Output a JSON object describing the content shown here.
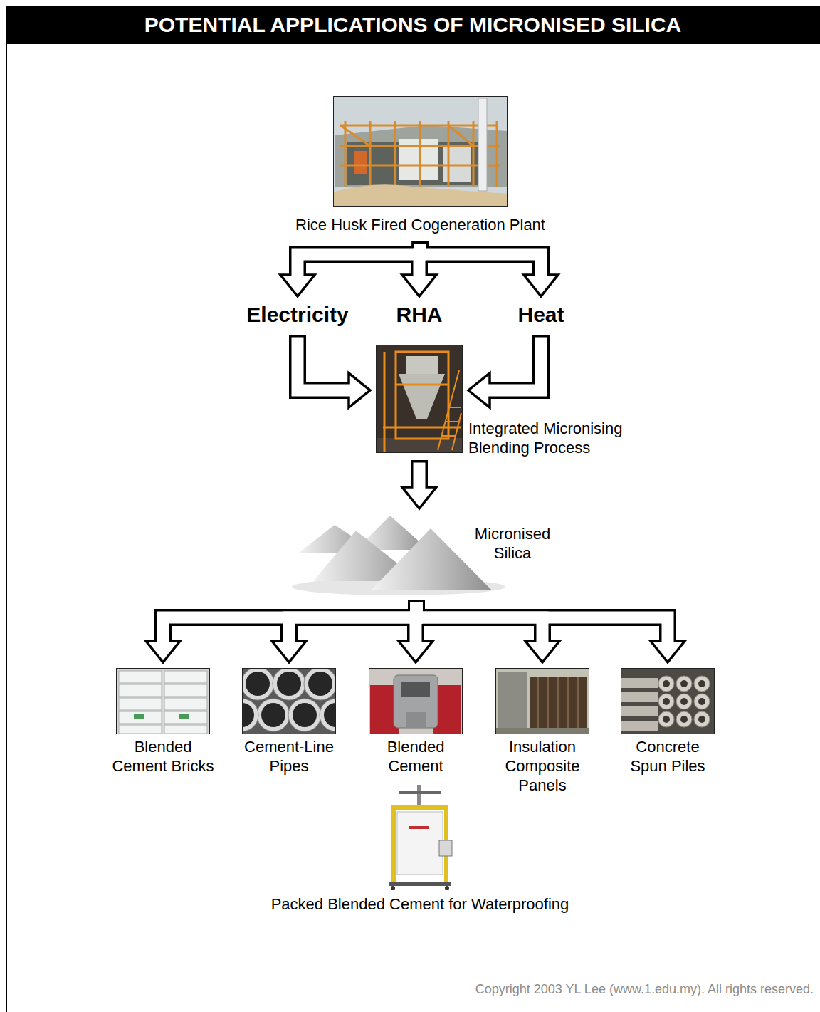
{
  "diagram": {
    "title": "POTENTIAL APPLICATIONS OF MICRONISED SILICA",
    "nodes": [
      {
        "text": [
          "Rice Husk Fired Cogeneration Plant"
        ]
      },
      {
        "text": [
          "Electricity"
        ]
      },
      {
        "text": [
          "RHA"
        ]
      },
      {
        "text": [
          "Heat"
        ]
      },
      {
        "text": [
          "Integrated Micronising Blending Process"
        ]
      },
      {
        "text": [
          "Micronised Silica"
        ]
      },
      {
        "text": [
          "Blended Cement Bricks"
        ]
      },
      {
        "text": [
          "Cement-Line Pipes"
        ]
      },
      {
        "text": [
          "Blended Cement"
        ]
      },
      {
        "text": [
          "Insulation Composite Panels"
        ]
      },
      {
        "text": [
          "Concrete Spun Piles"
        ]
      },
      {
        "text": [
          "Packed Blended Cement for Waterproofing"
        ]
      }
    ],
    "edges": [
      {
        "from": 0,
        "to": 1,
        "arrow": "to"
      },
      {
        "from": 0,
        "to": 2,
        "arrow": "to"
      },
      {
        "from": 0,
        "to": 3,
        "arrow": "to"
      },
      {
        "from": 1,
        "to": 4,
        "arrow": "to"
      },
      {
        "from": 3,
        "to": 4,
        "arrow": "to"
      },
      {
        "from": 4,
        "to": 5,
        "arrow": "to"
      },
      {
        "from": 5,
        "to": 6,
        "arrow": "to"
      },
      {
        "from": 5,
        "to": 7,
        "arrow": "to"
      },
      {
        "from": 5,
        "to": 8,
        "arrow": "to"
      },
      {
        "from": 5,
        "to": 9,
        "arrow": "to"
      },
      {
        "from": 5,
        "to": 10,
        "arrow": "to"
      }
    ],
    "labels": [
      "Copyright 2003 YL Lee (www.1.edu.my). All rights reserved."
    ]
  }
}
